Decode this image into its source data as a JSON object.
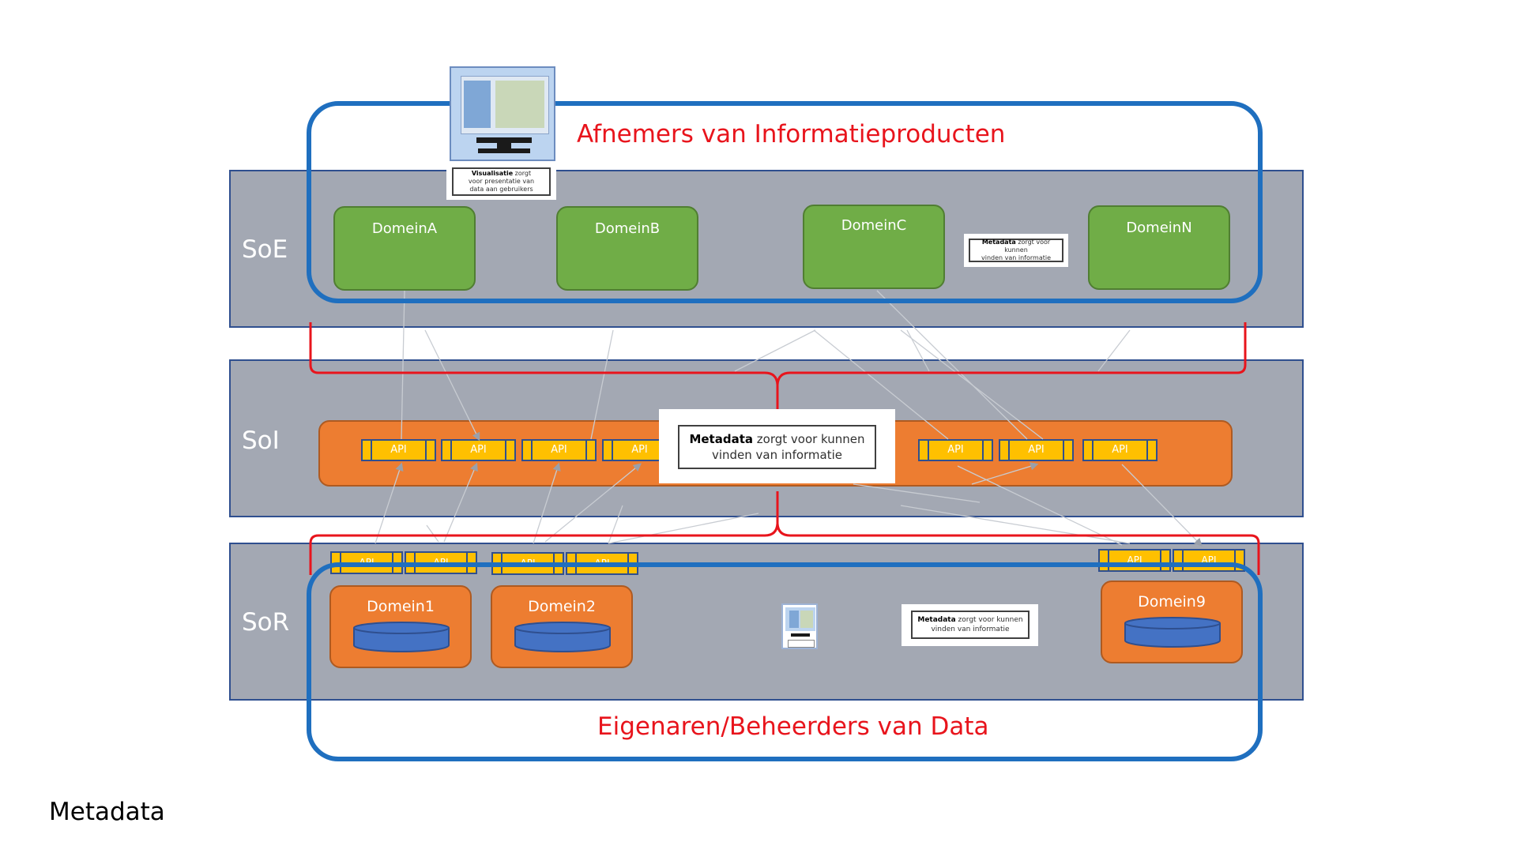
{
  "layers": {
    "soe": "SoE",
    "soi": "SoI",
    "sor": "SoR"
  },
  "top_title": "Afnemers van Informatieproducten",
  "bottom_title": "Eigenaren/Beheerders van Data",
  "soe_domains": [
    "DomeinA",
    "DomeinB",
    "DomeinC",
    "DomeinN"
  ],
  "sor_domains": [
    "Domein1",
    "Domein2",
    "Domein9"
  ],
  "api_label": "API",
  "metadata_card": {
    "bold": "Metadata",
    "rest_line1": " zorgt voor kunnen",
    "line2": "vinden van informatie"
  },
  "visualisatie_card": {
    "bold": "Visualisatie",
    "rest_line1": " zorgt",
    "line2": "voor presentatie van",
    "line3": "data aan gebruikers"
  },
  "footer": "Metadata",
  "colors": {
    "layer_fill": "#a3a8b3",
    "domain_green": "#70ad47",
    "domain_orange": "#ed7d31",
    "api_yellow": "#ffc000",
    "outline_blue": "#1f6fbf",
    "title_red": "#e8141c"
  }
}
